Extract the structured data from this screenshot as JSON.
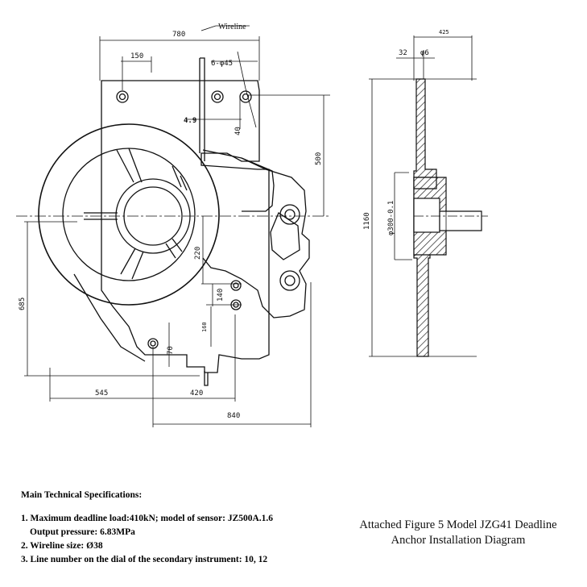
{
  "labels": {
    "wireline": "Wireline",
    "holes": "6-φ45",
    "d_780": "780",
    "d_150": "150",
    "d_4_9": "4.9",
    "d_40": "40",
    "d_500": "500",
    "d_685": "685",
    "d_220": "220",
    "d_140": "140",
    "d_160": "160",
    "d_70": "70",
    "d_545": "545",
    "d_420": "420",
    "d_840": "840",
    "d_425": "425",
    "d_32": "32",
    "d_6": "φ6",
    "d_1160": "1160",
    "d_300": "φ300-0.1"
  },
  "specs": {
    "title": "Main Technical Specifications:",
    "line1": "1. Maximum deadline load:410kN; model of sensor: JZ500A.1.6",
    "line1b": "Output pressure: 6.83MPa",
    "line2": "2. Wireline size: Ø38",
    "line3": "3. Line number on the dial of the secondary instrument: 10, 12"
  },
  "caption": {
    "line1": "Attached Figure 5 Model JZG41 Deadline",
    "line2": "Anchor Installation Diagram"
  }
}
